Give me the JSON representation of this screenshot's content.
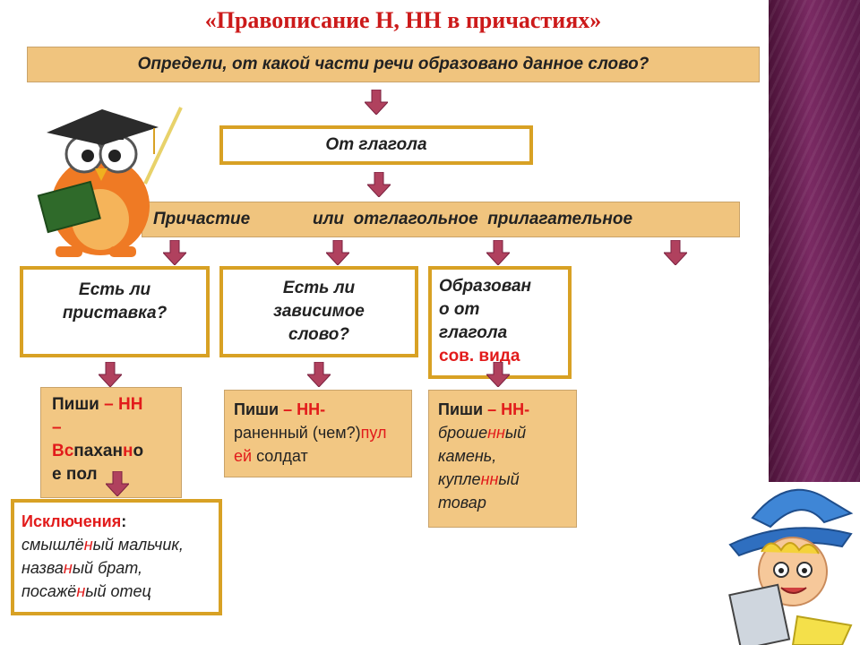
{
  "title": "«Правописание Н, НН в причастиях»",
  "question": "Определи, от какой части речи образовано данное слово?",
  "from_verb": "От глагола",
  "categories": {
    "participle": "Причастие",
    "or_verbal_adjective": "или  отглагольное  прилагательное"
  },
  "q1": {
    "line1": "Есть ли",
    "line2": "приставка?"
  },
  "q2": {
    "line1": "Есть ли",
    "line2": "зависимое",
    "line3": "слово?"
  },
  "q3": {
    "line1": "Образован",
    "line2": "о от",
    "line3": "глагола",
    "line4": "сов. вида"
  },
  "a1": {
    "write": "Пиши",
    "rule": " – НН",
    "dash": "–",
    "ex_a": "Вс",
    "ex_b": "пахан",
    "ex_c": "н",
    "ex_d": "о",
    "ex_e": "е пол"
  },
  "a2": {
    "write": "Пиши",
    "rule": " – НН-",
    "ex1": "раненный ",
    "ex2": "(чем?)",
    "ex3": "пул",
    "ex4": "ей",
    "ex5": " солдат"
  },
  "a3": {
    "write": "Пиши",
    "rule": " – НН-",
    "w1a": "броше",
    "w1b": "нн",
    "w1c": "ый",
    "w2": "камень,",
    "w3a": "купле",
    "w3b": "нн",
    "w3c": "ый",
    "w4": "товар"
  },
  "exceptions": {
    "label": "Исключения",
    "colon": ":",
    "e1a": "смышлё",
    "e1b": "н",
    "e1c": "ый мальчик,",
    "e2a": "назва",
    "e2b": "н",
    "e2c": "ый брат,",
    "e3a": "посажё",
    "e3b": "н",
    "e3c": "ый отец"
  },
  "colors": {
    "title_red": "#cc1a1a",
    "box_gold": "#d8a124",
    "tan_fill": "#f2c783",
    "arrow": "#b0415e",
    "sidebar": "#6a2257"
  }
}
